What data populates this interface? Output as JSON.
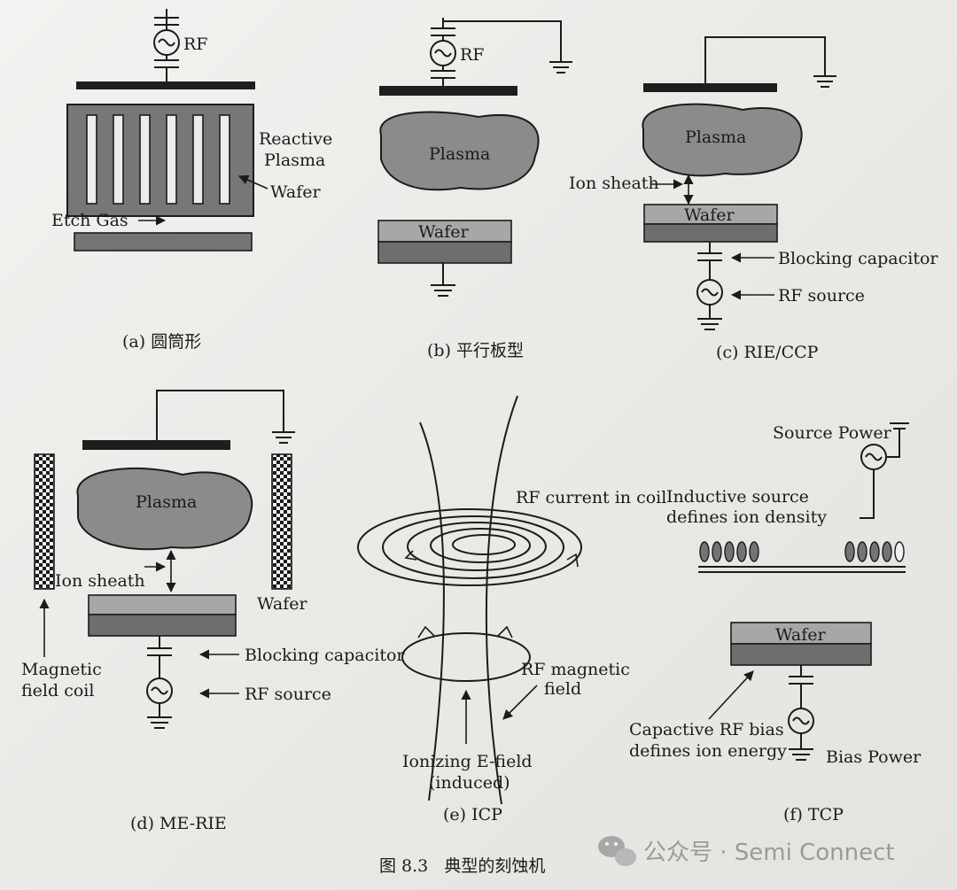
{
  "panels": {
    "a": {
      "caption": "(a) 圆筒形",
      "rf": "RF",
      "reactive": "Reactive",
      "plasma": "Plasma",
      "wafer": "Wafer",
      "etch_gas": "Etch Gas"
    },
    "b": {
      "caption": "(b) 平行板型",
      "rf": "RF",
      "plasma": "Plasma",
      "wafer": "Wafer"
    },
    "c": {
      "caption": "(c) RIE/CCP",
      "plasma": "Plasma",
      "ion_sheath": "Ion sheath",
      "wafer": "Wafer",
      "blocking_capacitor": "Blocking capacitor",
      "rf_source": "RF source"
    },
    "d": {
      "caption": "(d) ME-RIE",
      "plasma": "Plasma",
      "ion_sheath": "Ion sheath",
      "wafer": "Wafer",
      "magnetic_line1": "Magnetic",
      "magnetic_line2": "field coil",
      "blocking_capacitor": "Blocking capacitor",
      "rf_source": "RF source"
    },
    "e": {
      "caption": "(e) ICP",
      "rf_current": "RF current in coil",
      "rf_magnetic_line1": "RF magnetic",
      "rf_magnetic_line2": "field",
      "ionizing_line1": "Ionizing E-field",
      "ionizing_line2": "(induced)"
    },
    "f": {
      "caption": "(f) TCP",
      "source_power": "Source Power",
      "inductive_line1": "Inductive source",
      "inductive_line2": "defines ion density",
      "wafer": "Wafer",
      "capacitive_line1": "Capactive RF bias",
      "capacitive_line2": "defines ion energy",
      "bias_power": "Bias Power"
    }
  },
  "figure_caption": "图 8.3   典型的刻蚀机",
  "watermark": "公众号 · Semi Connect"
}
